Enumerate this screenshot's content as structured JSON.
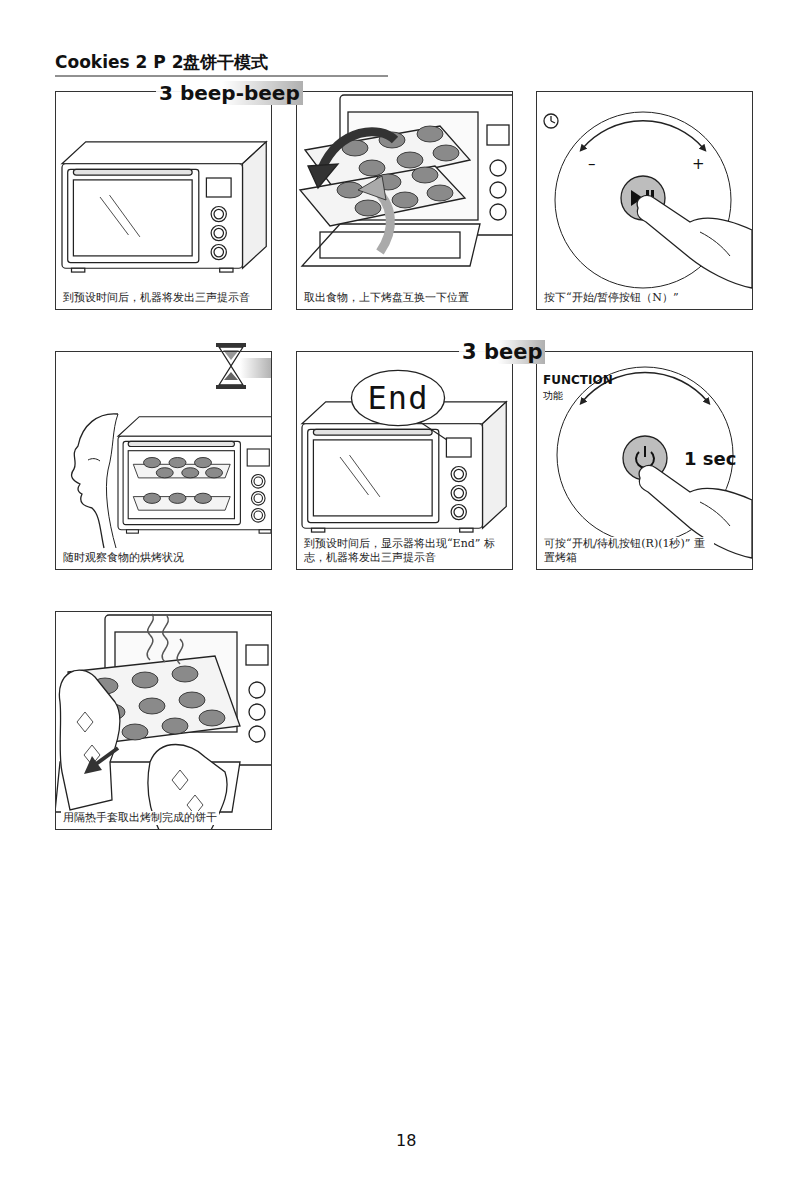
{
  "diagram": {
    "title": "Cookies 2 P 2盘饼干模式",
    "nodes": [
      {
        "text": [
          "到预设时间后，机器将发出三声提示音"
        ]
      },
      {
        "text": [
          "取出食物，上下烤盘互换一下位置"
        ]
      },
      {
        "text": [
          "按下“开始/暂停按钮（N）”"
        ]
      },
      {
        "text": [
          "随时观察食物的烘烤状况"
        ]
      },
      {
        "text": [
          "到预设时间后，显示器将出现“End” 标志，机器将发出三声提示音"
        ]
      },
      {
        "text": [
          "End"
        ],
        "in": 4
      },
      {
        "text": [
          "可按“开机/待机按钮(R)(1秒)” 重置烤箱"
        ]
      },
      {
        "text": [
          "用隔热手套取出烤制完成的饼干"
        ]
      }
    ],
    "labels": [
      "3 beep-beep",
      "–",
      "+",
      "3 beep",
      "FUNCTION",
      "功能",
      "1 sec",
      "18"
    ]
  }
}
